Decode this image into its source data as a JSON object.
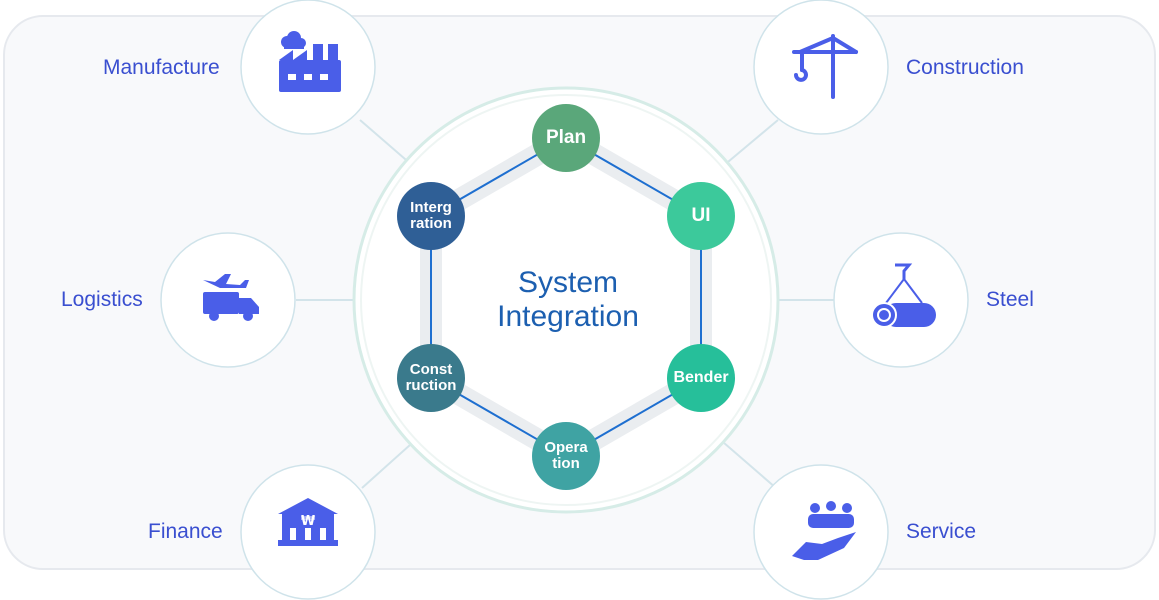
{
  "center": {
    "line1": "System",
    "line2": "Integration"
  },
  "process_nodes": [
    {
      "id": "plan",
      "line1": "Plan",
      "line2": "",
      "color": "#5aa77a"
    },
    {
      "id": "ui",
      "line1": "UI",
      "line2": "",
      "color": "#3cc99b"
    },
    {
      "id": "bender",
      "line1": "Bender",
      "line2": "",
      "color": "#26bf9a"
    },
    {
      "id": "operation",
      "line1": "Opera",
      "line2": "tion",
      "color": "#3fa3a3"
    },
    {
      "id": "construction",
      "line1": "Const",
      "line2": "ruction",
      "color": "#3a7a8c"
    },
    {
      "id": "integration",
      "line1": "Interg",
      "line2": "ration",
      "color": "#2f5f96"
    }
  ],
  "sectors": [
    {
      "label": "Manufacture",
      "icon": "factory-icon"
    },
    {
      "label": "Construction",
      "icon": "crane-icon"
    },
    {
      "label": "Logistics",
      "icon": "plane-truck-icon"
    },
    {
      "label": "Steel",
      "icon": "steel-coil-icon"
    },
    {
      "label": "Finance",
      "icon": "bank-won-icon"
    },
    {
      "label": "Service",
      "icon": "hand-people-icon"
    }
  ],
  "colors": {
    "accent": "#3a4fd0",
    "title": "#1c5fb0",
    "hexagon_line": "#1e6fd0"
  }
}
